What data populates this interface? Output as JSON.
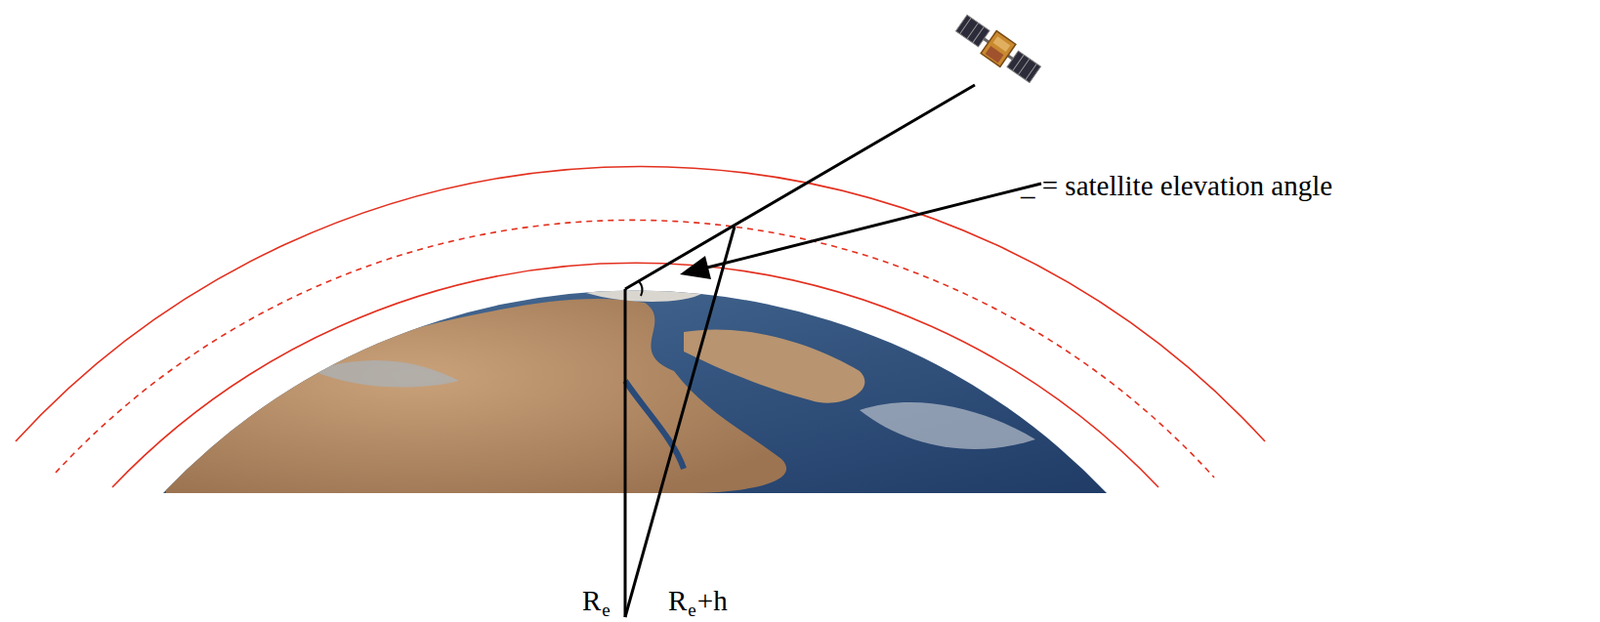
{
  "diagram": {
    "labels": [
      "_ = satellite elevation angle",
      "R",
      "e",
      "R",
      "e",
      "+h"
    ]
  }
}
